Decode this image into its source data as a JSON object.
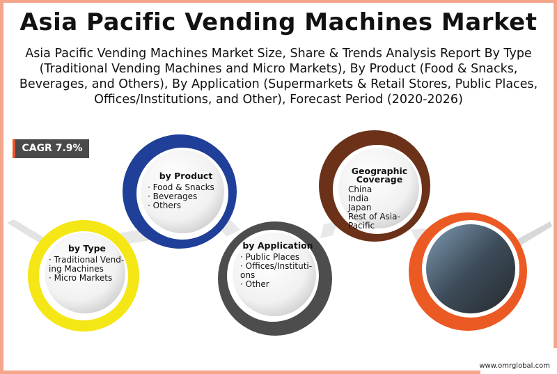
{
  "title": "Asia Pacific Vending Machines Market",
  "subtitle": "Asia Pacific Vending Machines Market Size, Share & Trends Analysis Report By Type (Traditional Vending Machines and Micro Markets), By Product (Food & Snacks, Beverages, and Others), By Application (Supermarkets & Retail Stores, Public Places, Offices/Institutions, and Other), Forecast Period (2020-2026)",
  "cagr": "CAGR 7.9%",
  "segments": {
    "type": {
      "heading": "by Type",
      "items": [
        "Traditional Vend-ing Machines",
        "Micro Markets"
      ],
      "color": "#f5e616"
    },
    "product": {
      "heading": "by Product",
      "items": [
        "Food & Snacks",
        "Beverages",
        "Others"
      ],
      "color": "#1f3f98"
    },
    "application": {
      "heading": "by Application",
      "items": [
        "Public Places",
        "Offices/Instituti-ons",
        "Other"
      ],
      "color": "#4d4d4d"
    },
    "geography": {
      "heading": "Geographic Coverage",
      "items": [
        "China",
        "India",
        "Japan",
        "Rest of Asia-Pacific"
      ],
      "color": "#6b3219"
    },
    "image": {
      "color": "#ec5a24"
    }
  },
  "website": "www.omrglobal.com"
}
